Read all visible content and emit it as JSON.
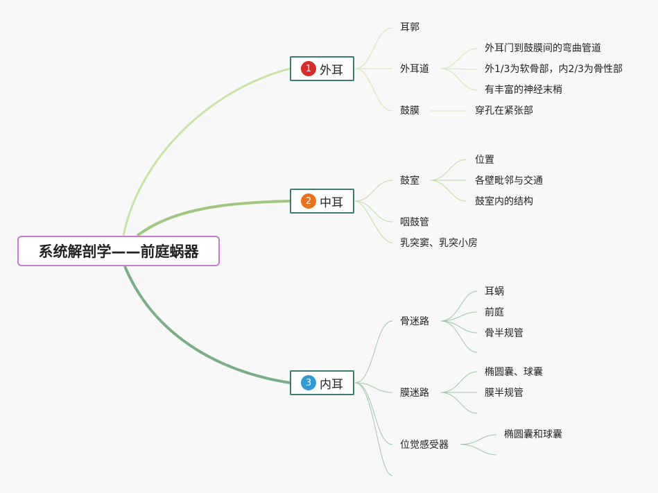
{
  "root": {
    "label": "系统解剖学——前庭蜗器"
  },
  "branches": [
    {
      "number": "1",
      "label": "外耳",
      "badge_color": "#d92b2b",
      "children": [
        {
          "label": "耳郭",
          "children": []
        },
        {
          "label": "外耳道",
          "children": [
            "外耳门到鼓膜间的弯曲管道",
            "外1/3为软骨部，内2/3为骨性部",
            "有丰富的神经末梢"
          ]
        },
        {
          "label": "鼓膜",
          "children": [
            "穿孔在紧张部"
          ]
        }
      ]
    },
    {
      "number": "2",
      "label": "中耳",
      "badge_color": "#e8731c",
      "children": [
        {
          "label": "鼓室",
          "children": [
            "位置",
            "各壁毗邻与交通",
            "鼓室内的结构"
          ]
        },
        {
          "label": "咽鼓管",
          "children": []
        },
        {
          "label": "乳突窦、乳突小房",
          "children": []
        }
      ]
    },
    {
      "number": "3",
      "label": "内耳",
      "badge_color": "#2e9ad6",
      "children": [
        {
          "label": "骨迷路",
          "children": [
            "耳蜗",
            "前庭",
            "骨半规管"
          ]
        },
        {
          "label": "膜迷路",
          "children": [
            "椭圆囊、球囊",
            "膜半规管"
          ]
        },
        {
          "label": "位觉感受器",
          "children": [
            "椭圆囊和球囊"
          ]
        }
      ]
    }
  ]
}
